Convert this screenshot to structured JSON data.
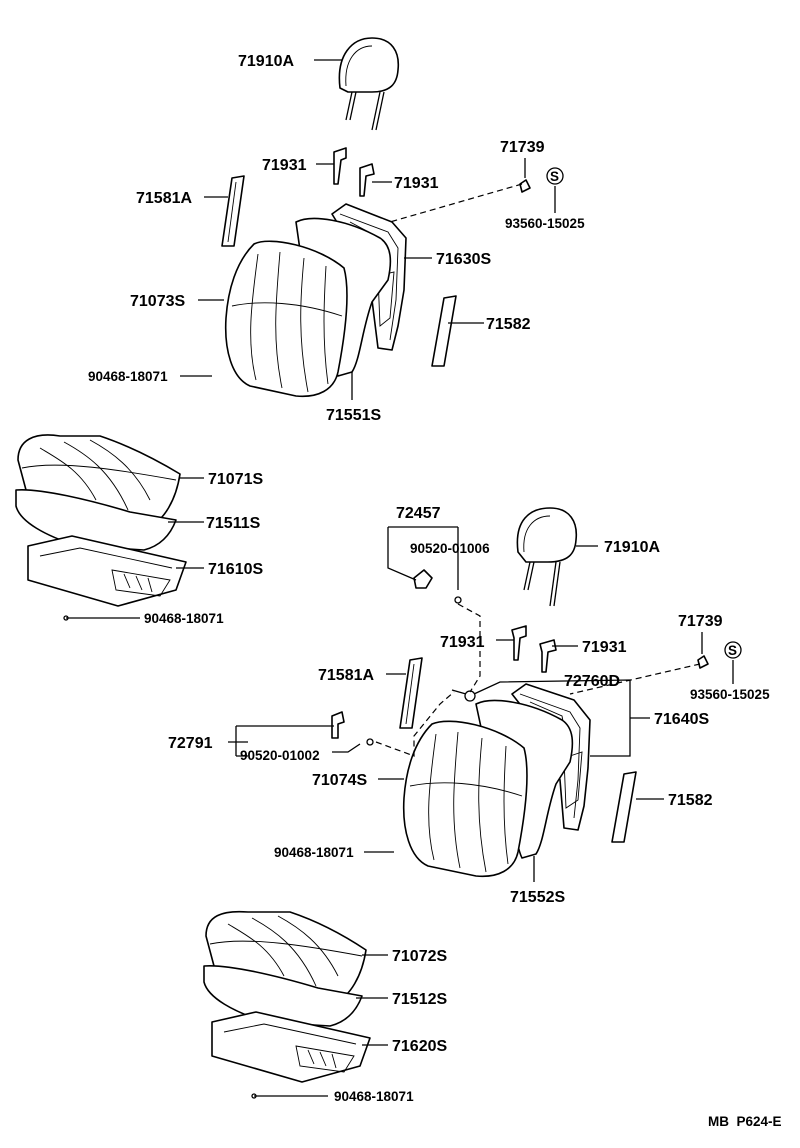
{
  "diagram": {
    "labels": {
      "top_headrest": "71910A",
      "top_guide_l": "71931",
      "top_guide_r": "71931",
      "top_71739": "71739",
      "top_screw": "93560-15025",
      "top_71581A": "71581A",
      "top_71630S": "71630S",
      "top_71073S": "71073S",
      "top_71582": "71582",
      "top_clip": "90468-18071",
      "top_71551S": "71551S",
      "cush1_71071S": "71071S",
      "cush1_71511S": "71511S",
      "cush1_71610S": "71610S",
      "cush1_clip": "90468-18071",
      "b_72457": "72457",
      "b_90520_01006": "90520-01006",
      "b_headrest": "71910A",
      "b_71739": "71739",
      "b_guide_l": "71931",
      "b_guide_r": "71931",
      "b_screw": "93560-15025",
      "b_71581A": "71581A",
      "b_72760D": "72760D",
      "b_71640S": "71640S",
      "b_72791": "72791",
      "b_90520_01002": "90520-01002",
      "b_71074S": "71074S",
      "b_71582": "71582",
      "b_clip": "90468-18071",
      "b_71552S": "71552S",
      "cush2_71072S": "71072S",
      "cush2_71512S": "71512S",
      "cush2_71620S": "71620S",
      "cush2_clip": "90468-18071",
      "footer_ref": "MB  P624-E",
      "s_mark": "S"
    }
  }
}
